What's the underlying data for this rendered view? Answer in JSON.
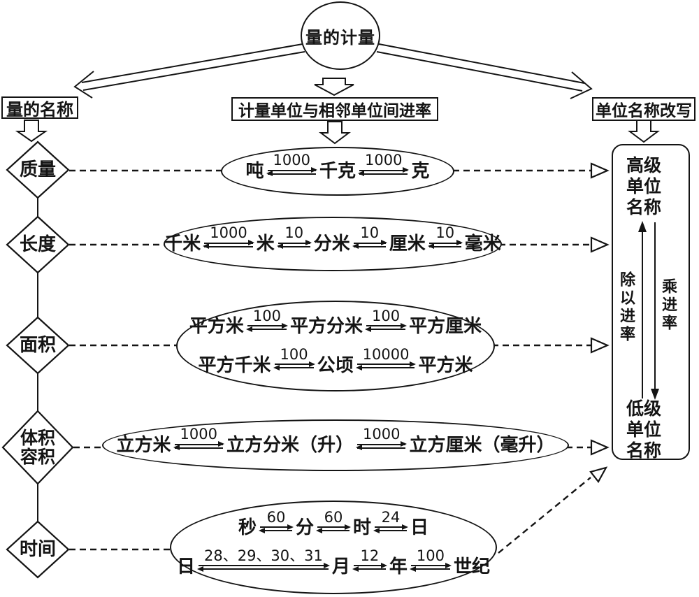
{
  "title": "量的计量",
  "branches": {
    "left": "量的名称",
    "center": "计量单位与相邻单位间进率",
    "right": "单位名称改写"
  },
  "diamonds": {
    "mass": "质量",
    "length": "长度",
    "area": "面积",
    "volume_line1": "体积",
    "volume_line2": "容积",
    "time": "时间"
  },
  "chains": {
    "mass": [
      "吨",
      "1000",
      "千克",
      "1000",
      "克"
    ],
    "length": [
      "千米",
      "1000",
      "米",
      "10",
      "分米",
      "10",
      "厘米",
      "10",
      "毫米"
    ],
    "area1": [
      "平方米",
      "100",
      "平方分米",
      "100",
      "平方厘米"
    ],
    "area2": [
      "平方千米",
      "100",
      "公顷",
      "10000",
      "平方米"
    ],
    "volume": [
      "立方米",
      "1000",
      "立方分米（升）",
      "1000",
      "立方厘米（毫升）"
    ],
    "time1": [
      "秒",
      "60",
      "分",
      "60",
      "时",
      "24",
      "日"
    ],
    "time2": [
      "日",
      "28、29、30、31",
      "月",
      "12",
      "年",
      "100",
      "世纪"
    ]
  },
  "right_panel": {
    "high": [
      "高级",
      "单位",
      "名称"
    ],
    "low": [
      "低级",
      "单位",
      "名称"
    ],
    "divide_label": "除以进率",
    "multiply_label": "乘进率"
  },
  "colors": {
    "ink": "#141414",
    "bg": "#ffffff"
  }
}
